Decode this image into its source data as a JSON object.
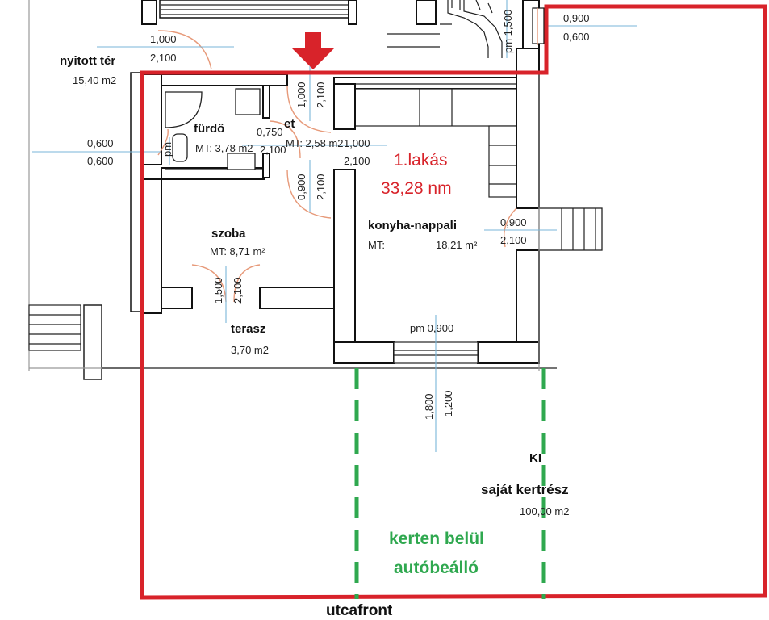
{
  "rooms": {
    "open_space": {
      "name": "nyitott tér",
      "area": "15,40 m2"
    },
    "bathroom": {
      "name": "fürdő",
      "area": "MT: 3,78 m2"
    },
    "hall": {
      "name": "et",
      "area": "MT: 2,58 m2"
    },
    "bedroom": {
      "name": "szoba",
      "area": "MT: 8,71 m²"
    },
    "terrace": {
      "name": "terasz",
      "area": "3,70 m2"
    },
    "kitchen_living": {
      "name": "konyha-nappali",
      "area_prefix": "MT:",
      "area": "18,21 m²"
    },
    "garden": {
      "name": "saját kertrész",
      "area": "100,00 m2",
      "code": "KI"
    }
  },
  "annotations": {
    "unit_name": "1.lakás",
    "unit_area": "33,28 nm",
    "parking_line1": "kerten belül",
    "parking_line2": "autóbeálló",
    "street_front": "utcafront"
  },
  "dimensions": {
    "top_door_w": "1,000",
    "top_door_h": "2,100",
    "top_right_w": "0,900",
    "top_right_h": "0,600",
    "stair_pm": "pm 1,500",
    "entry_w": "1,000",
    "entry_h": "2,100",
    "left_win_w": "0,600",
    "left_win_h": "0,600",
    "bath_door_w": "0,750",
    "bath_door_h": "2,100",
    "bath_side": "pm",
    "hall_right_w": "1,000",
    "hall_right_h": "2,100",
    "inner_door_w": "0,900",
    "inner_door_h": "2,100",
    "kitchen_door_w": "0,900",
    "kitchen_door_h": "2,100",
    "bedroom_door_w": "1,500",
    "bedroom_door_h": "2,100",
    "kitchen_win": "pm 0,900",
    "bottom_w": "1,800",
    "bottom_h": "1,200"
  },
  "colors": {
    "boundary": "#d8232a",
    "parking": "#2fa84f",
    "dimension": "#79b6d8",
    "door_swing": "#e79a7a"
  },
  "icons": {
    "entry_marker": "arrow-down-icon"
  }
}
